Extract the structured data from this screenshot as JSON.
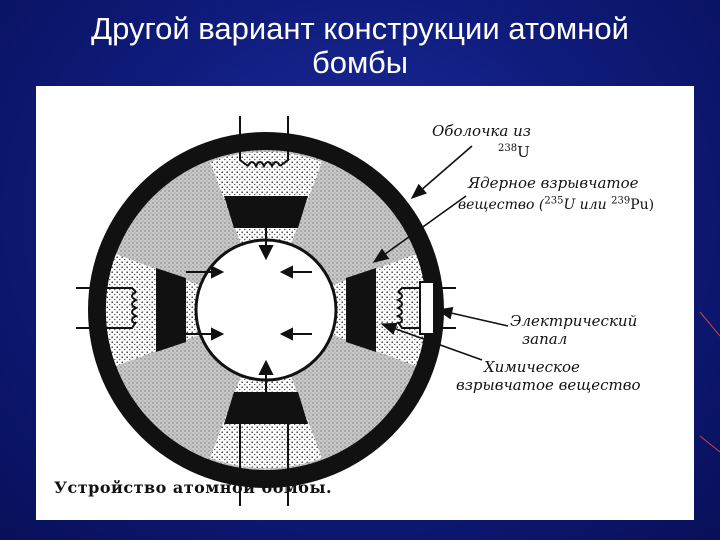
{
  "slide": {
    "title_line1": "Другой вариант конструкции атомной",
    "title_line2": "бомбы"
  },
  "diagram": {
    "labels": {
      "shell_text": "Оболочка из",
      "shell_isotope_mass": "238",
      "shell_isotope_symbol": "U",
      "nuclear_line1": "Ядерное взрывчатое",
      "nuclear_line2_prefix": "вещество (",
      "nuclear_u_mass": "235",
      "nuclear_u_symbol": "U или",
      "nuclear_pu_mass": "239",
      "nuclear_pu_symbol": "Pu)",
      "detonator_line1": "Электрический",
      "detonator_line2": "запал",
      "chemical_line1": "Химическое",
      "chemical_line2": "взрывчатое вещество"
    },
    "caption": "Устройство атомной бомбы."
  },
  "colors": {
    "background": "#0e1a78",
    "title": "#ffffff",
    "panel": "#ffffff",
    "ink": "#111111"
  }
}
